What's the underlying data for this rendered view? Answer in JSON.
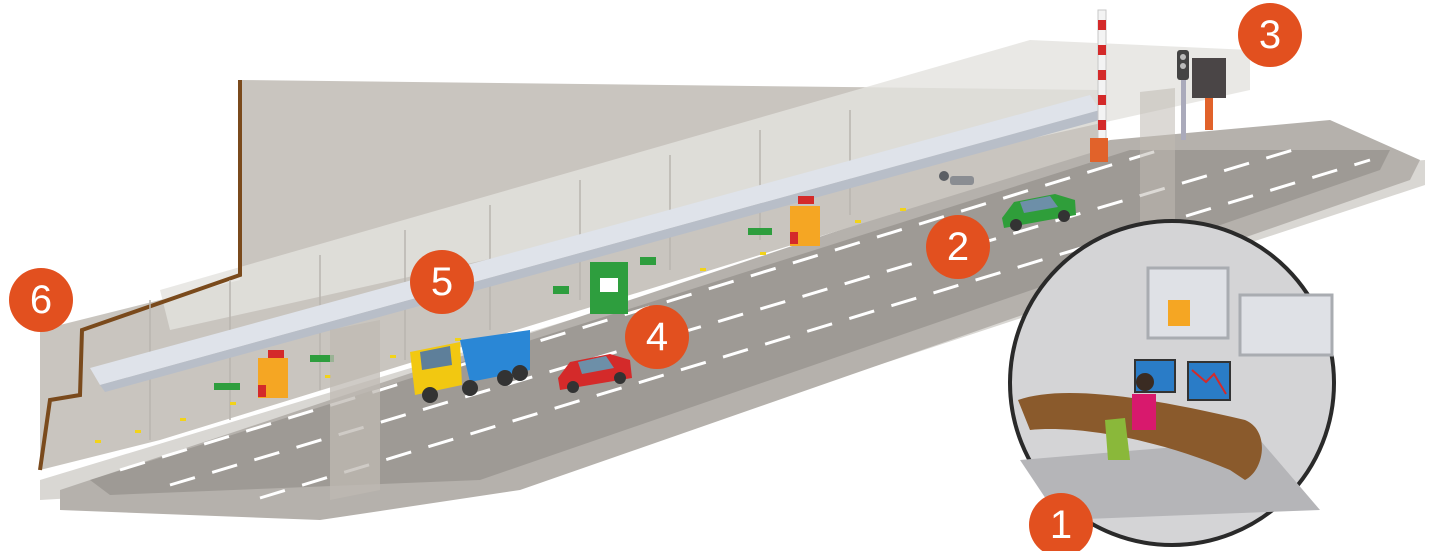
{
  "badges": [
    {
      "id": "1",
      "label": "1"
    },
    {
      "id": "2",
      "label": "2"
    },
    {
      "id": "3",
      "label": "3"
    },
    {
      "id": "4",
      "label": "4"
    },
    {
      "id": "5",
      "label": "5"
    },
    {
      "id": "6",
      "label": "6"
    }
  ],
  "colors": {
    "badge": "#e2501f",
    "wall": "#c9c5bf",
    "wall_dark": "#aaa59f",
    "road": "#9e9a95",
    "lane_marking": "#ffffff",
    "roof_edge": "#7a4a1c",
    "panel": "#e8e8ec",
    "exit_door": "#f5a623",
    "exit_sign": "#2e9e3e",
    "truck_cab": "#f2c811",
    "truck_bed": "#2a87d6",
    "car_red": "#d42a2a",
    "car_green": "#2f9e3a"
  },
  "icons": [
    "barrier-gate-icon",
    "traffic-light-icon",
    "message-sign-icon",
    "cctv-camera-icon",
    "emergency-exit-icon",
    "emergency-phone-icon",
    "control-room-icon"
  ]
}
